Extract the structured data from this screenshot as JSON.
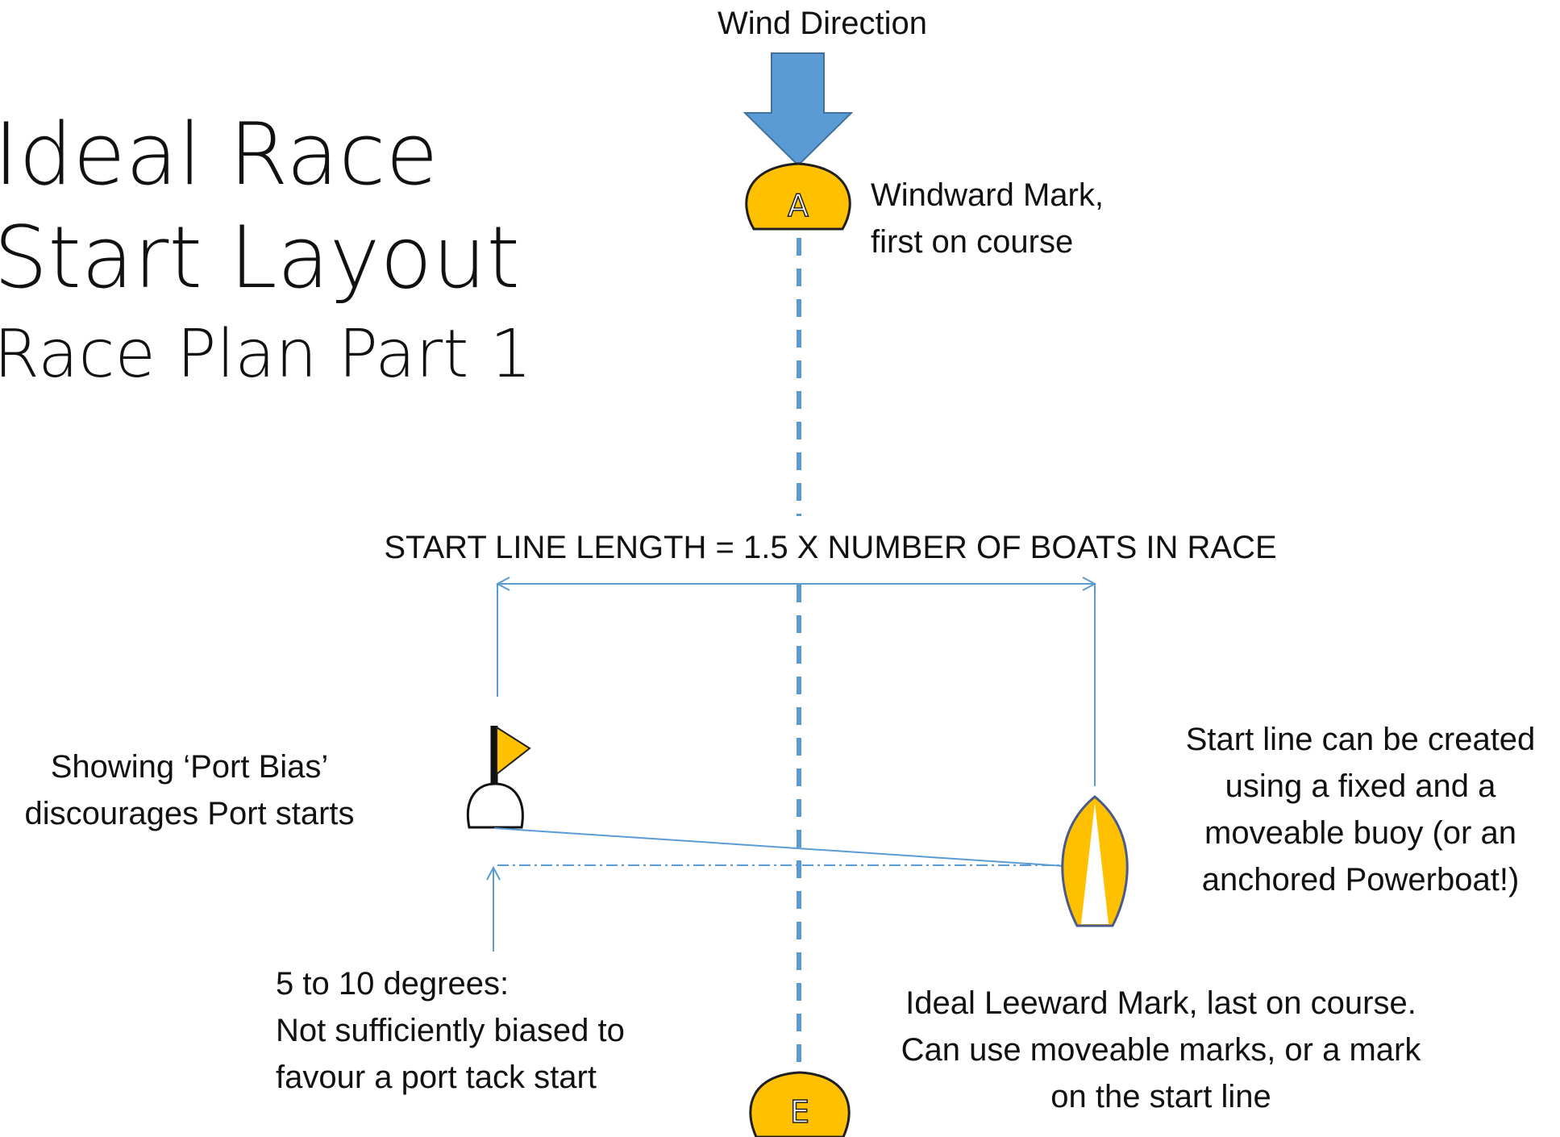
{
  "title": {
    "line1": "Ideal Race",
    "line2": "Start Layout",
    "line3": "Race Plan Part 1"
  },
  "wind": {
    "label": "Wind Direction",
    "color": "#5b9bd5"
  },
  "windward_mark": {
    "letter": "A",
    "caption_line1": "Windward Mark,",
    "caption_line2": "first on course"
  },
  "start_line": {
    "label": "START LINE LENGTH = 1.5 X NUMBER OF BOATS IN RACE"
  },
  "port_bias": {
    "line1": "Showing ‘Port Bias’",
    "line2": "discourages Port starts"
  },
  "start_line_note": {
    "line1": "Start line can be created",
    "line2": "using a fixed and a",
    "line3": "moveable buoy (or an",
    "line4": "anchored Powerboat!)"
  },
  "degrees_note": {
    "line1": "5 to 10 degrees:",
    "line2": "Not sufficiently biased to",
    "line3": "favour a port tack start"
  },
  "leeward_note": {
    "line1": "Ideal Leeward Mark, last on course.",
    "line2": "Can use moveable marks, or a mark",
    "line3": "on the start line"
  },
  "leeward_mark": {
    "letter": "E"
  },
  "colors": {
    "mark_fill": "#ffc000",
    "mark_stroke": "#1f1f1f",
    "line_blue": "#5b9bd5",
    "text": "#111111"
  }
}
